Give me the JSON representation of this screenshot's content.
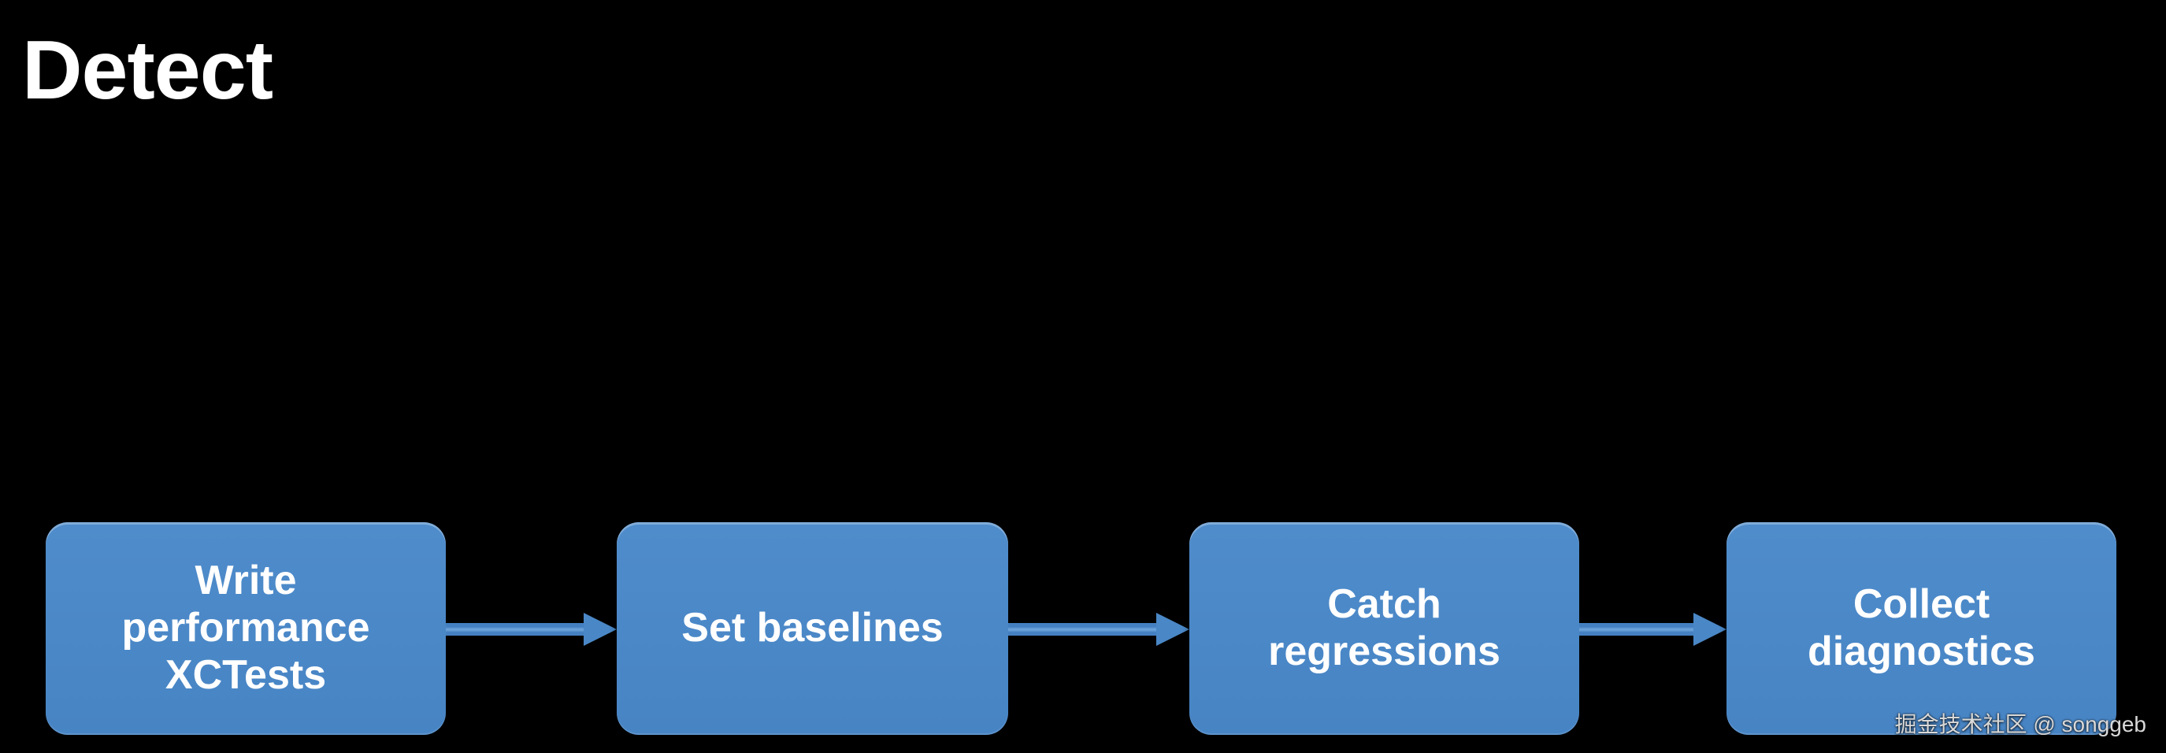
{
  "title": "Detect",
  "flow": {
    "steps": [
      {
        "label": "Write performance XCTests"
      },
      {
        "label": "Set baselines"
      },
      {
        "label": "Catch regressions"
      },
      {
        "label": "Collect diagnostics"
      }
    ]
  },
  "watermark": "掘金技术社区 @ songgeb",
  "colors": {
    "background": "#000000",
    "box_fill": "#4A87C6",
    "box_top_highlight": "#7FA6D2",
    "arrow": "#4A87C6",
    "box_text": "#FFFFFF",
    "title_text": "#FFFFFF",
    "watermark_text": "#D9D9D9"
  }
}
